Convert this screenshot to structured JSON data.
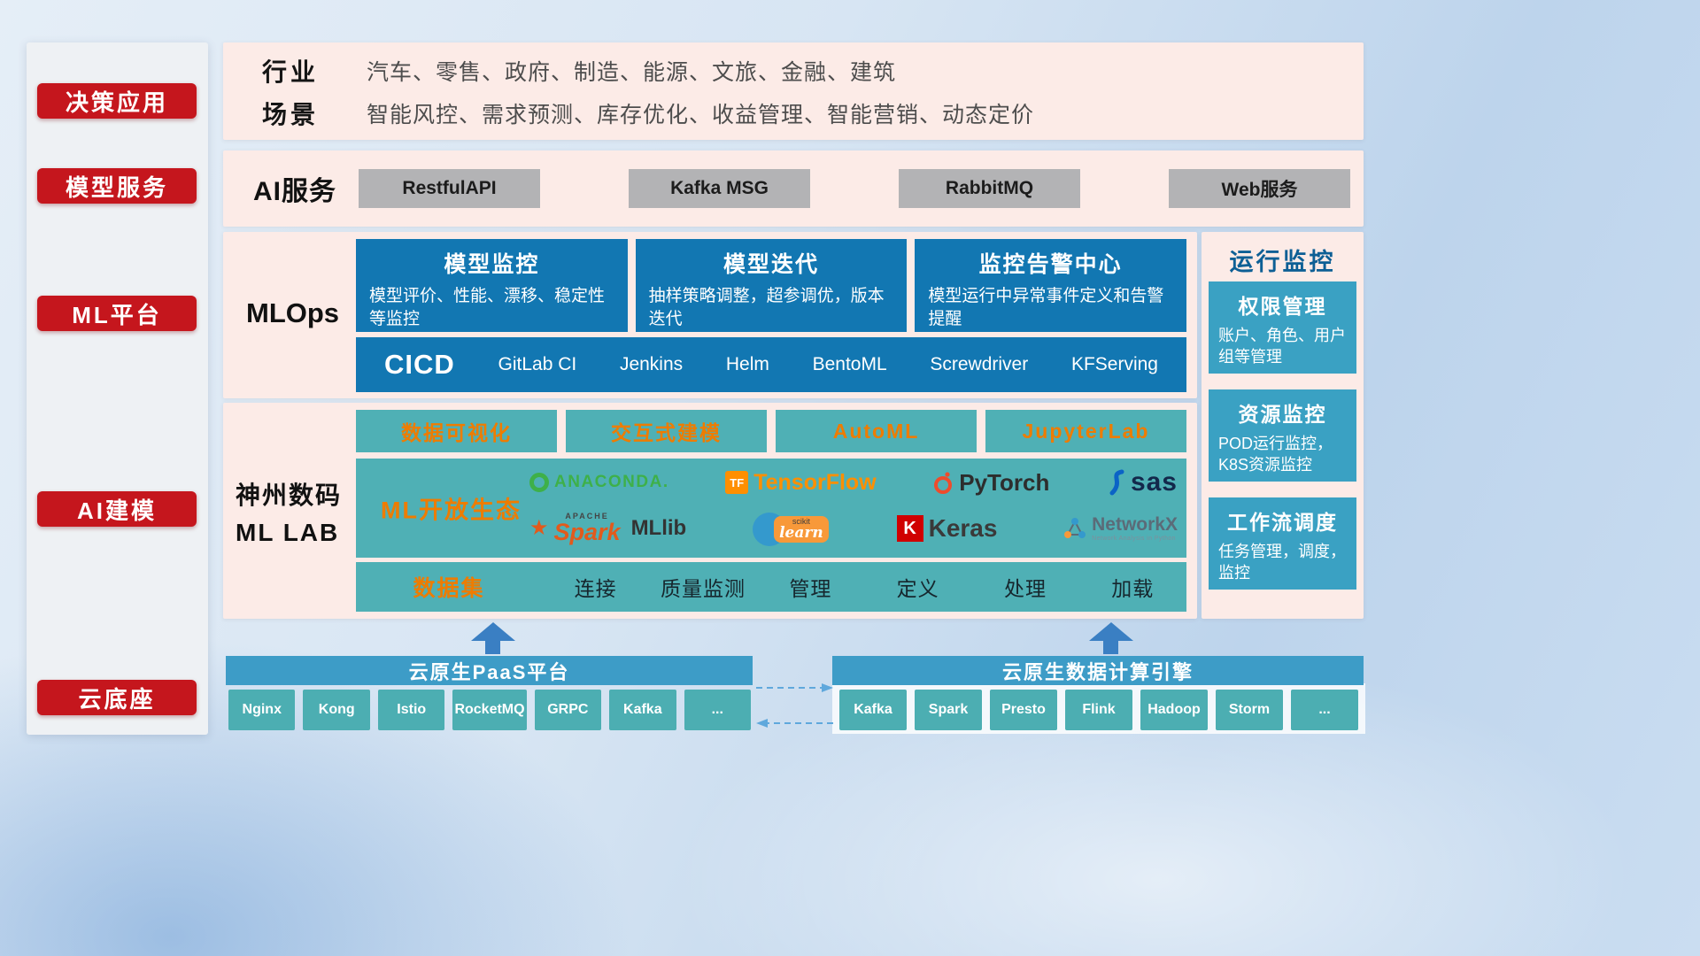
{
  "colors": {
    "sidebar_red": "#c5161d",
    "panel_pink": "#fcebe7",
    "mlops_blue": "#1277b2",
    "lab_teal": "#4fb0b5",
    "monitor_blue": "#3aa1c3",
    "cloud_bar_blue": "#3d9cc7",
    "cloud_btn_teal": "#4caeb2",
    "accent_orange": "#ee7c00",
    "arrow_blue": "#3a7fc3"
  },
  "sidebar": {
    "items": [
      {
        "label": "决策应用"
      },
      {
        "label": "模型服务"
      },
      {
        "label": "ML平台"
      },
      {
        "label": "AI建模"
      },
      {
        "label": "云底座"
      }
    ]
  },
  "industry_panel": {
    "industry_label": "行业",
    "industry_text": "汽车、零售、政府、制造、能源、文旅、金融、建筑",
    "scene_label": "场景",
    "scene_text": "智能风控、需求预测、库存优化、收益管理、智能营销、动态定价"
  },
  "ai_service": {
    "label": "AI服务",
    "buttons": [
      "RestfulAPI",
      "Kafka MSG",
      "RabbitMQ",
      "Web服务"
    ]
  },
  "mlops": {
    "label": "MLOps",
    "cards": [
      {
        "title": "模型监控",
        "desc": "模型评价、性能、漂移、稳定性等监控"
      },
      {
        "title": "模型迭代",
        "desc": "抽样策略调整，超参调优，版本迭代"
      },
      {
        "title": "监控告警中心",
        "desc": "模型运行中异常事件定义和告警提醒"
      }
    ],
    "cicd": {
      "title": "CICD",
      "tools": [
        "GitLab CI",
        "Jenkins",
        "Helm",
        "BentoML",
        "Screwdriver",
        "KFServing"
      ]
    }
  },
  "mllab": {
    "label_line1": "神州数码",
    "label_line2": "ML LAB",
    "top_buttons": [
      "数据可视化",
      "交互式建模",
      "AutoML",
      "JupyterLab"
    ],
    "ecosystem": {
      "label": "ML开放生态",
      "anaconda": "ANACONDA.",
      "tensorflow_mark": "TF",
      "tensorflow": "TensorFlow",
      "pytorch": "PyTorch",
      "sas": "sas",
      "spark_star": "★",
      "spark_apache": "APACHE",
      "spark": "Spark",
      "mllib": "MLlib",
      "sklearn_top": "scikit",
      "sklearn": "learn",
      "keras_mark": "K",
      "keras": "Keras",
      "networkx": "NetworkX",
      "networkx_sub": "Network Analysis in Python"
    },
    "dataset": {
      "label": "数据集",
      "items": [
        "连接",
        "质量监测",
        "管理",
        "定义",
        "处理",
        "加载"
      ]
    }
  },
  "monitoring": {
    "title": "运行监控",
    "cards": [
      {
        "title": "权限管理",
        "desc": "账户、角色、用户组等管理"
      },
      {
        "title": "资源监控",
        "desc": "POD运行监控，K8S资源监控"
      },
      {
        "title": "工作流调度",
        "desc": "任务管理，调度，监控"
      }
    ]
  },
  "cloud": {
    "paas": {
      "title": "云原生PaaS平台",
      "items": [
        "Nginx",
        "Kong",
        "Istio",
        "RocketMQ",
        "GRPC",
        "Kafka",
        "..."
      ]
    },
    "data_engine": {
      "title": "云原生数据计算引擎",
      "items": [
        "Kafka",
        "Spark",
        "Presto",
        "Flink",
        "Hadoop",
        "Storm",
        "..."
      ]
    }
  }
}
